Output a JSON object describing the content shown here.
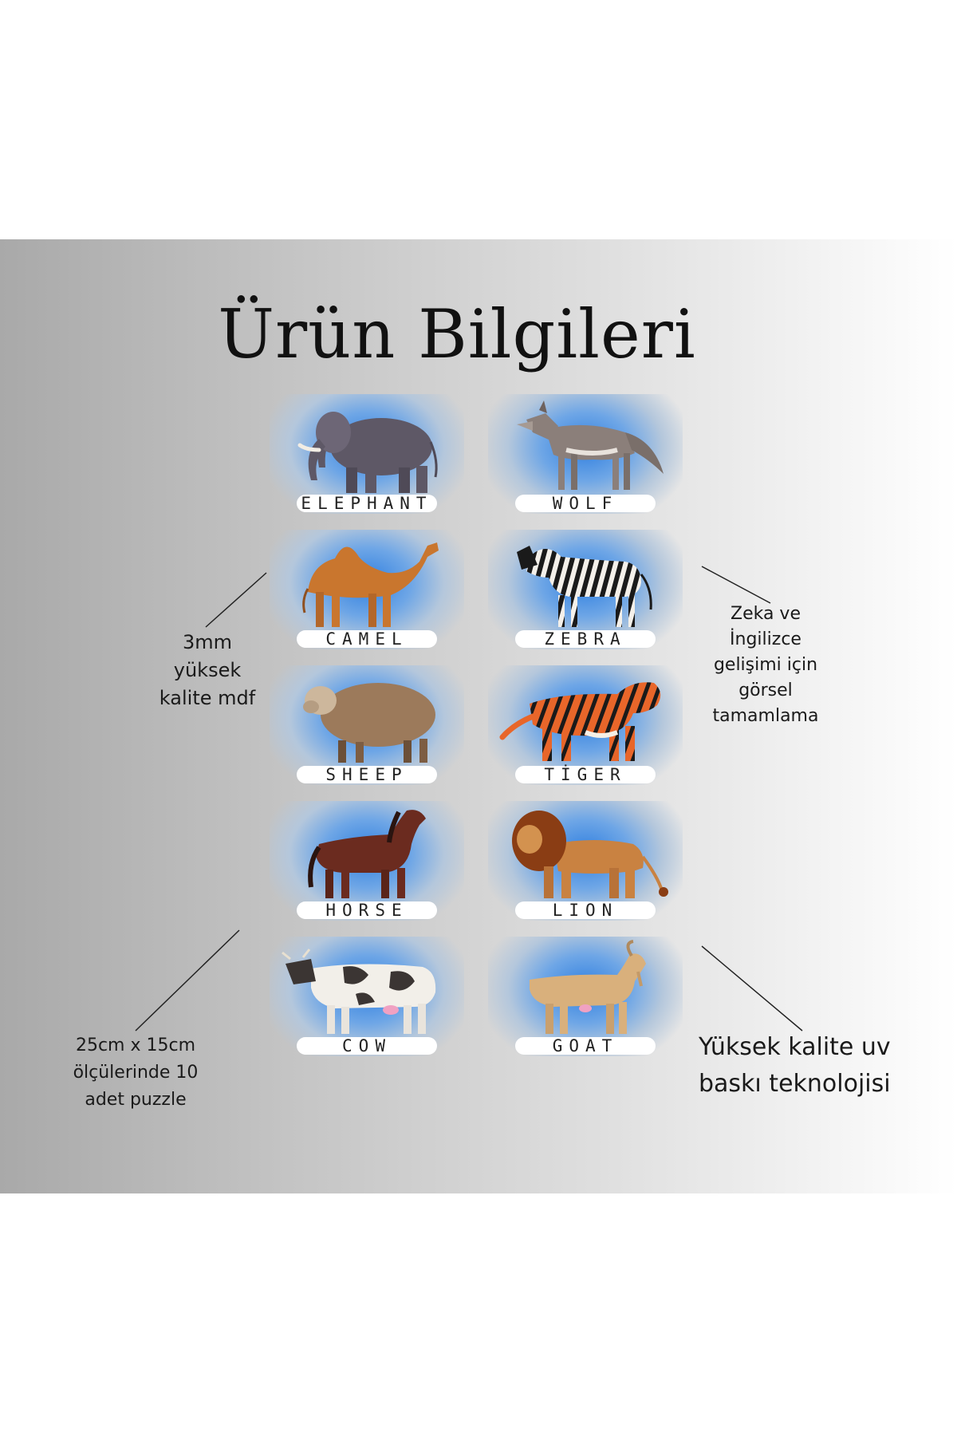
{
  "title": "Ürün Bilgileri",
  "animals": [
    {
      "name": "ELEPHANT",
      "icon": "elephant-icon"
    },
    {
      "name": "WOLF",
      "icon": "wolf-icon"
    },
    {
      "name": "CAMEL",
      "icon": "camel-icon"
    },
    {
      "name": "ZEBRA",
      "icon": "zebra-icon"
    },
    {
      "name": "SHEEP",
      "icon": "sheep-icon"
    },
    {
      "name": "TİGER",
      "icon": "tiger-icon"
    },
    {
      "name": "HORSE",
      "icon": "horse-icon"
    },
    {
      "name": "LION",
      "icon": "lion-icon"
    },
    {
      "name": "COW",
      "icon": "cow-icon"
    },
    {
      "name": "GOAT",
      "icon": "goat-icon"
    }
  ],
  "notes": {
    "material": [
      "3mm",
      "yüksek",
      "kalite mdf"
    ],
    "purpose": [
      "Zeka ve",
      "İngilizce",
      "gelişimi için",
      "görsel",
      "tamamlama"
    ],
    "size": [
      "25cm x 15cm",
      "ölçülerinde 10",
      "adet puzzle"
    ],
    "print": [
      "Yüksek kalite uv",
      "baskı teknolojisi"
    ]
  },
  "colors": {
    "card_blue": "#2f7fe0",
    "label_bg": "#ffffff",
    "text": "#1a1a1a"
  }
}
